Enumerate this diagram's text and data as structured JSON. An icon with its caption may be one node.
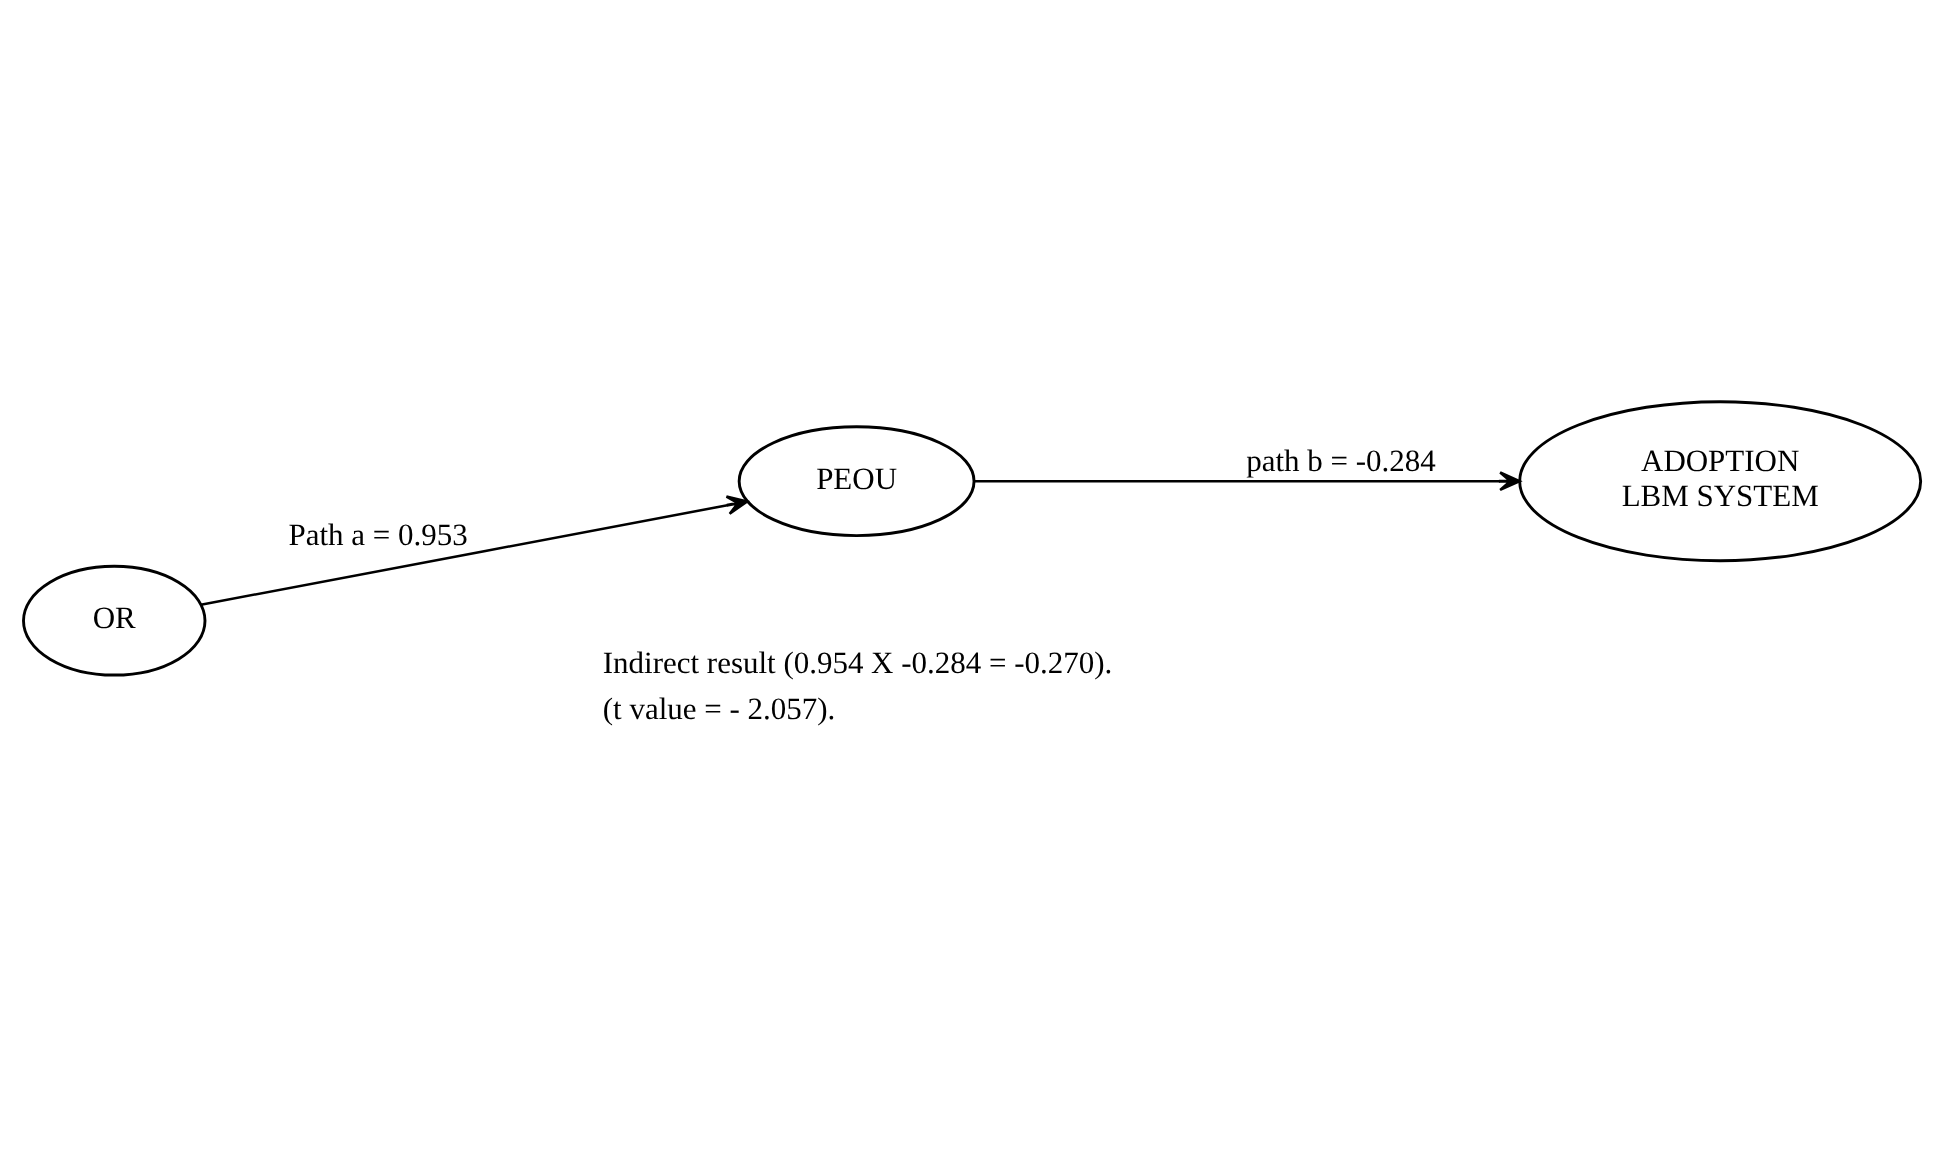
{
  "diagram": {
    "nodes": [
      {
        "text": [
          "OR"
        ]
      },
      {
        "text": [
          "PEOU"
        ]
      },
      {
        "text": [
          "ADOPTION LBM SYSTEM"
        ]
      }
    ],
    "edges": [
      {
        "from": 0,
        "to": 1,
        "arrow": "to",
        "label": "Path a = 0.953"
      },
      {
        "from": 1,
        "to": 2,
        "arrow": "to",
        "label": "path b = -0.284"
      }
    ],
    "labels": [
      "Indirect result (0.954 X -0.284 = -0.270).",
      "(t value = - 2.057)."
    ]
  }
}
